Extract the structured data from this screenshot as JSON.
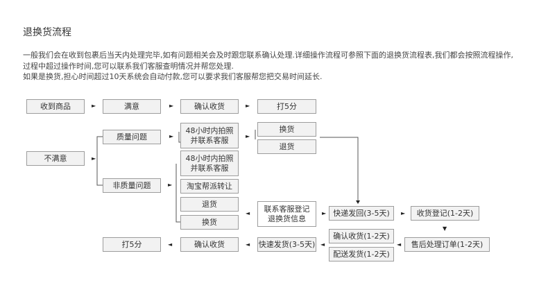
{
  "title": "退换货流程",
  "intro": [
    "一般我们会在收到包裹后当天内处理完毕,如有问题相关会及时跟您联系确认处理.详细操作流程可参照下面的退换货流程表,我们都会按照流程操作,",
    "过程中超过操作时间,您可以联系我们客服查明情况并帮您处理.",
    "如果是换货,担心时间超过10天系统会自动付款,您可以要求我们客服帮您把交易时间延长."
  ],
  "nodes": {
    "received": "收到商品",
    "satisfied": "满意",
    "confirm_top": "确认收货",
    "rate_top": "打5分",
    "unsatisfied": "不满意",
    "quality_issue": "质量问题",
    "non_quality_issue": "非质量问题",
    "photo_48h_quality": [
      "48小时内拍照",
      "并联系客服"
    ],
    "exchange_quality": "换货",
    "return_quality": "退货",
    "photo_48h_non_quality": [
      "48小时内拍照",
      "并联系客服"
    ],
    "taobao_arbitration": "淘宝帮派转让",
    "return_non_quality": "退货",
    "exchange_non_quality": "换货",
    "contact_service": [
      "联系客服登记",
      "退换货信息"
    ],
    "express_return": "快递发回(3-5天)",
    "receive_register": "收货登记(1-2天)",
    "after_sale_order": "售后处理订单(1-2天)",
    "confirm_receipt_mid": "确认收货(1-2天)",
    "delivery_mid": "配送发货(1-2天)",
    "express_ship": "快速发货(3-5天)",
    "confirm_bottom": "确认收货",
    "rate_bottom": "打5分"
  }
}
